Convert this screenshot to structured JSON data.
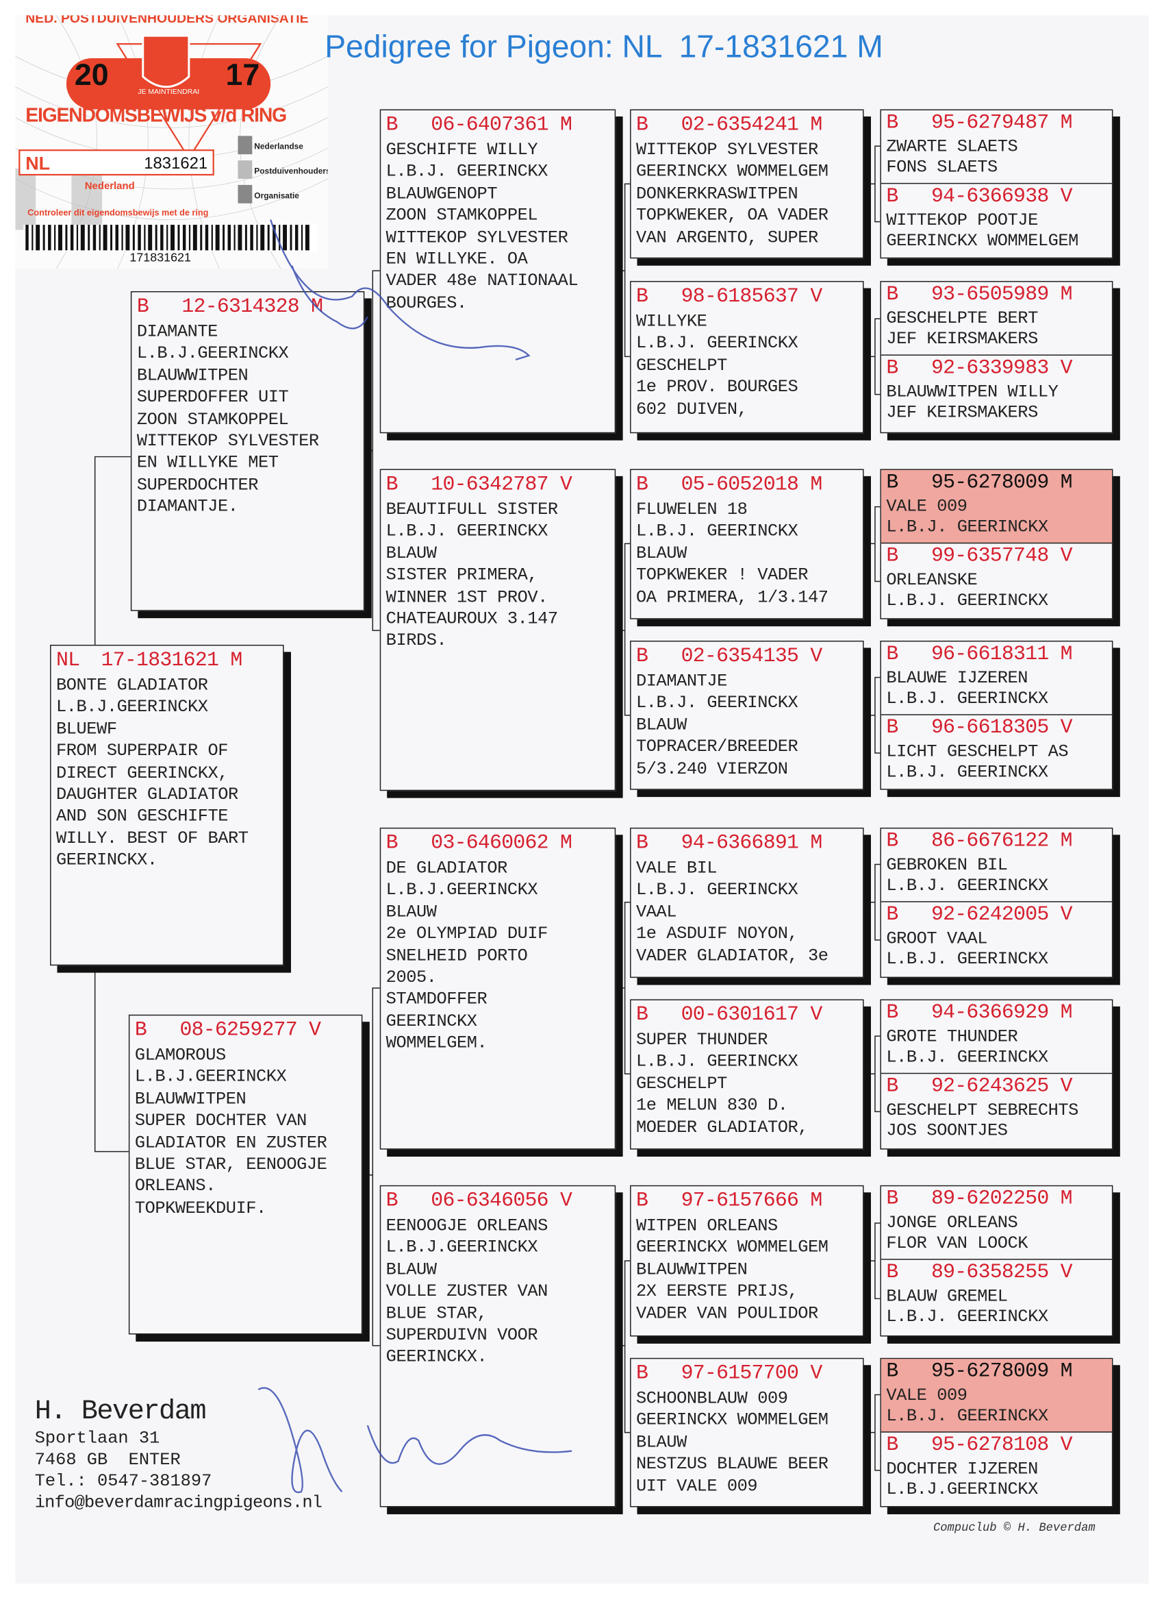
{
  "title": "Pedigree for Pigeon: NL  17-1831621 M",
  "ring_card": {
    "org": "NED. POSTDUIVENHOUDERS ORGANISATIE",
    "year_left": "20",
    "year_right": "17",
    "motto": "JE MAINTIENDRAI",
    "heading": "EIGENDOMSBEWIJS v/d RING",
    "country": "NL",
    "number": "1831621",
    "nation": "Nederland",
    "npo": [
      "Nederlandse",
      "Postduivenhouders",
      "Organisatie"
    ],
    "check_text": "Controleer dit eigendomsbewijs met de ring",
    "barcode": "171831621",
    "accent": "#e8452c"
  },
  "subject": {
    "country": "NL",
    "ring": "17-1831621",
    "sex": "M",
    "lines": [
      "BONTE GLADIATOR",
      "L.B.J.GEERINCKX",
      "BLUEWF",
      "FROM SUPERPAIR OF",
      "DIRECT GEERINCKX,",
      "DAUGHTER GLADIATOR",
      "AND SON GESCHIFTE",
      "WILLY. BEST OF BART",
      "GEERINCKX."
    ]
  },
  "parents": [
    {
      "country": "B",
      "ring": "12-6314328",
      "sex": "M",
      "lines": [
        "DIAMANTE",
        "L.B.J.GEERINCKX",
        "BLAUWWITPEN",
        "SUPERDOFFER UIT",
        "ZOON STAMKOPPEL",
        "WITTEKOP SYLVESTER",
        "EN WILLYKE MET",
        "SUPERDOCHTER",
        "DIAMANTJE."
      ]
    },
    {
      "country": "B",
      "ring": "08-6259277",
      "sex": "V",
      "lines": [
        "GLAMOROUS",
        "L.B.J.GEERINCKX",
        "BLAUWWITPEN",
        "SUPER DOCHTER VAN",
        "GLADIATOR EN ZUSTER",
        "BLUE STAR, EENOOGJE",
        "ORLEANS.",
        "TOPKWEEKDUIF."
      ]
    }
  ],
  "grandparents": [
    {
      "country": "B",
      "ring": "06-6407361",
      "sex": "M",
      "lines": [
        "GESCHIFTE WILLY",
        "L.B.J. GEERINCKX",
        "BLAUWGENOPT",
        "ZOON STAMKOPPEL",
        "WITTEKOP SYLVESTER",
        "EN WILLYKE. OA",
        "VADER 48e NATIONAAL",
        "BOURGES."
      ]
    },
    {
      "country": "B",
      "ring": "10-6342787",
      "sex": "V",
      "lines": [
        "BEAUTIFULL SISTER",
        "L.B.J. GEERINCKX",
        "BLAUW",
        "SISTER PRIMERA,",
        "WINNER 1ST PROV.",
        "CHATEAUROUX 3.147",
        "BIRDS."
      ]
    },
    {
      "country": "B",
      "ring": "03-6460062",
      "sex": "M",
      "lines": [
        "DE GLADIATOR",
        "L.B.J.GEERINCKX",
        "BLAUW",
        "2e OLYMPIAD DUIF",
        "SNELHEID PORTO",
        "2005.",
        "STAMDOFFER",
        "GEERINCKX",
        "WOMMELGEM."
      ]
    },
    {
      "country": "B",
      "ring": "06-6346056",
      "sex": "V",
      "lines": [
        "EENOOGJE ORLEANS",
        "L.B.J.GEERINCKX",
        "BLAUW",
        "VOLLE ZUSTER VAN",
        "BLUE STAR,",
        "SUPERDUIVN VOOR",
        "GEERINCKX."
      ]
    }
  ],
  "great_grandparents": [
    {
      "country": "B",
      "ring": "02-6354241",
      "sex": "M",
      "lines": [
        "WITTEKOP SYLVESTER",
        "GEERINCKX WOMMELGEM",
        "DONKERKRASWITPEN",
        "TOPKWEKER, OA VADER",
        "VAN ARGENTO, SUPER"
      ]
    },
    {
      "country": "B",
      "ring": "98-6185637",
      "sex": "V",
      "lines": [
        "WILLYKE",
        "L.B.J. GEERINCKX",
        "GESCHELPT",
        "1e PROV. BOURGES",
        "602 DUIVEN,"
      ]
    },
    {
      "country": "B",
      "ring": "05-6052018",
      "sex": "M",
      "lines": [
        "FLUWELEN 18",
        "L.B.J. GEERINCKX",
        "BLAUW",
        "TOPKWEKER ! VADER",
        "OA PRIMERA, 1/3.147"
      ]
    },
    {
      "country": "B",
      "ring": "02-6354135",
      "sex": "V",
      "lines": [
        "DIAMANTJE",
        "L.B.J. GEERINCKX",
        "BLAUW",
        "TOPRACER/BREEDER",
        "5/3.240 VIERZON"
      ]
    },
    {
      "country": "B",
      "ring": "94-6366891",
      "sex": "M",
      "lines": [
        "VALE BIL",
        "L.B.J. GEERINCKX",
        "VAAL",
        "1e ASDUIF NOYON,",
        "VADER GLADIATOR, 3e"
      ]
    },
    {
      "country": "B",
      "ring": "00-6301617",
      "sex": "V",
      "lines": [
        "SUPER THUNDER",
        "L.B.J. GEERINCKX",
        "GESCHELPT",
        "1e MELUN 830 D.",
        "MOEDER GLADIATOR,"
      ]
    },
    {
      "country": "B",
      "ring": "97-6157666",
      "sex": "M",
      "lines": [
        "WITPEN ORLEANS",
        "GEERINCKX WOMMELGEM",
        "BLAUWWITPEN",
        "2X EERSTE PRIJS,",
        "VADER VAN POULIDOR"
      ]
    },
    {
      "country": "B",
      "ring": "97-6157700",
      "sex": "V",
      "lines": [
        "SCHOONBLAUW 009",
        "GEERINCKX WOMMELGEM",
        "BLAUW",
        "NESTZUS BLAUWE BEER",
        "UIT VALE 009"
      ]
    }
  ],
  "great_great_grandparents": [
    {
      "country": "B",
      "ring": "95-6279487",
      "sex": "M",
      "lines": [
        "ZWARTE SLAETS",
        "FONS SLAETS"
      ]
    },
    {
      "country": "B",
      "ring": "94-6366938",
      "sex": "V",
      "lines": [
        "WITTEKOP POOTJE",
        "GEERINCKX WOMMELGEM"
      ]
    },
    {
      "country": "B",
      "ring": "93-6505989",
      "sex": "M",
      "lines": [
        "GESCHELPTE BERT",
        "JEF KEIRSMAKERS"
      ]
    },
    {
      "country": "B",
      "ring": "92-6339983",
      "sex": "V",
      "lines": [
        "BLAUWWITPEN WILLY",
        "JEF KEIRSMAKERS"
      ]
    },
    {
      "country": "B",
      "ring": "95-6278009",
      "sex": "M",
      "highlight": true,
      "lines": [
        "VALE 009",
        "L.B.J. GEERINCKX"
      ]
    },
    {
      "country": "B",
      "ring": "99-6357748",
      "sex": "V",
      "lines": [
        "ORLEANSKE",
        "L.B.J. GEERINCKX"
      ]
    },
    {
      "country": "B",
      "ring": "96-6618311",
      "sex": "M",
      "lines": [
        "BLAUWE IJZEREN",
        "L.B.J. GEERINCKX"
      ]
    },
    {
      "country": "B",
      "ring": "96-6618305",
      "sex": "V",
      "lines": [
        "LICHT GESCHELPT AS",
        "L.B.J. GEERINCKX"
      ]
    },
    {
      "country": "B",
      "ring": "86-6676122",
      "sex": "M",
      "lines": [
        "GEBROKEN BIL",
        "L.B.J. GEERINCKX"
      ]
    },
    {
      "country": "B",
      "ring": "92-6242005",
      "sex": "V",
      "lines": [
        "GROOT VAAL",
        "L.B.J. GEERINCKX"
      ]
    },
    {
      "country": "B",
      "ring": "94-6366929",
      "sex": "M",
      "lines": [
        "GROTE THUNDER",
        "L.B.J. GEERINCKX"
      ]
    },
    {
      "country": "B",
      "ring": "92-6243625",
      "sex": "V",
      "lines": [
        "GESCHELPT SEBRECHTS",
        "JOS SOONTJES"
      ]
    },
    {
      "country": "B",
      "ring": "89-6202250",
      "sex": "M",
      "lines": [
        "JONGE ORLEANS",
        "FLOR VAN LOOCK"
      ]
    },
    {
      "country": "B",
      "ring": "89-6358255",
      "sex": "V",
      "lines": [
        "BLAUW GREMEL",
        "L.B.J. GEERINCKX"
      ]
    },
    {
      "country": "B",
      "ring": "95-6278009",
      "sex": "M",
      "highlight": true,
      "lines": [
        "VALE 009",
        "L.B.J. GEERINCKX"
      ]
    },
    {
      "country": "B",
      "ring": "95-6278108",
      "sex": "V",
      "lines": [
        "DOCHTER IJZEREN",
        "L.B.J.GEERINCKX"
      ]
    }
  ],
  "contact": {
    "name": "H. Beverdam",
    "street": "Sportlaan 31",
    "city": "7468 GB  ENTER",
    "phone": "Tel.: 0547-381897",
    "email": "info@beverdamracingpigeons.nl"
  },
  "footer": "Compuclub © H. Beverdam",
  "highlight_color": "#f0a79f",
  "ring_text_color": "#d6202e",
  "title_color": "#2a7fd4"
}
